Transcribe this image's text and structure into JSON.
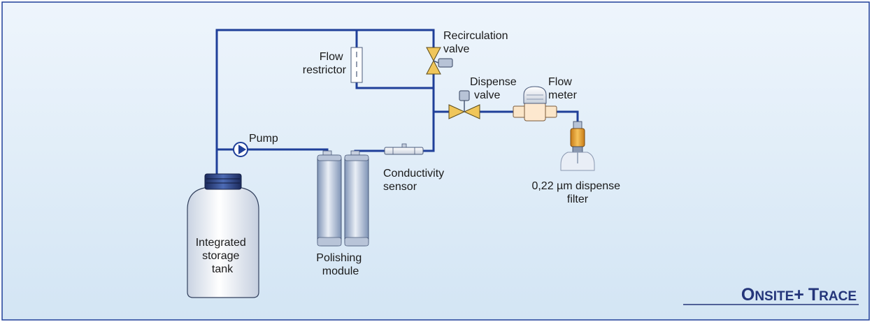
{
  "labels": {
    "recirculation_valve": [
      "Recirculation",
      "valve"
    ],
    "flow_restrictor": [
      "Flow",
      "restrictor"
    ],
    "dispense_valve": [
      "Dispense",
      "valve"
    ],
    "flow_meter": [
      "Flow",
      "meter"
    ],
    "pump": "Pump",
    "conductivity_sensor": [
      "Conductivity",
      "sensor"
    ],
    "dispense_filter": [
      "0,22 µm dispense",
      "filter"
    ],
    "storage_tank": [
      "Integrated",
      "storage",
      "tank"
    ],
    "polishing_module": [
      "Polishing",
      "module"
    ]
  },
  "brand": {
    "onsite_big_o": "O",
    "onsite_rest": "NSITE",
    "plus": "+",
    "trace_big_t": "T",
    "trace_rest": "RACE"
  },
  "colors": {
    "pipe": "#1f3f99",
    "frame": "#1f3f99",
    "background_top": "#eaf3fb",
    "background_bottom": "#d4e6f5",
    "brand": "#24357a"
  }
}
